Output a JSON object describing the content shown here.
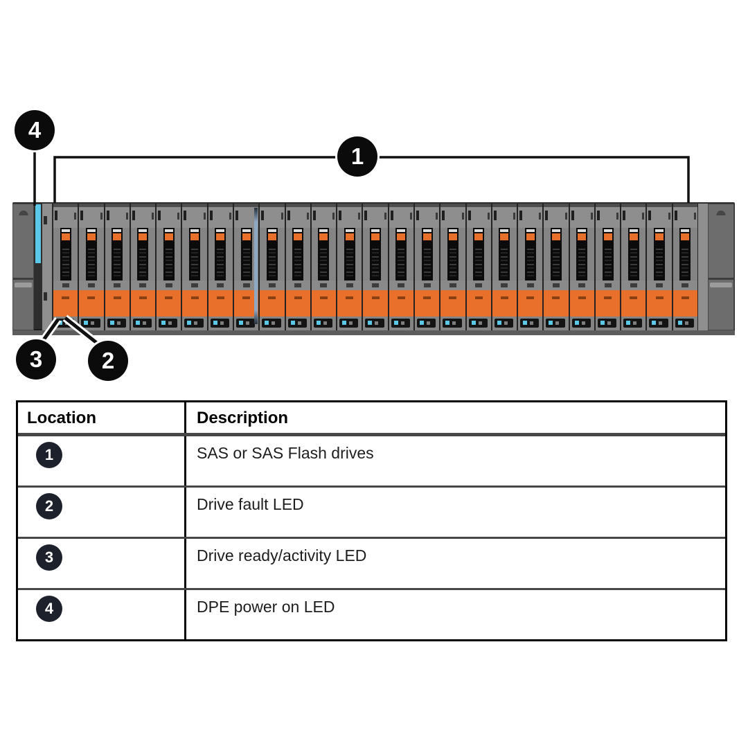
{
  "figure": {
    "drive_count": 25,
    "callouts": [
      {
        "number": "1"
      },
      {
        "number": "2"
      },
      {
        "number": "3"
      },
      {
        "number": "4"
      }
    ]
  },
  "colors": {
    "drive_orange": "#e8702a",
    "led_cyan": "#5bc8e8",
    "badge_dark": "#1c212b"
  },
  "table": {
    "headers": [
      "Location",
      "Description"
    ],
    "rows": [
      {
        "location": "1",
        "description": "SAS or SAS Flash drives"
      },
      {
        "location": "2",
        "description": "Drive fault LED"
      },
      {
        "location": "3",
        "description": "Drive ready/activity LED"
      },
      {
        "location": "4",
        "description": "DPE power on LED"
      }
    ]
  }
}
